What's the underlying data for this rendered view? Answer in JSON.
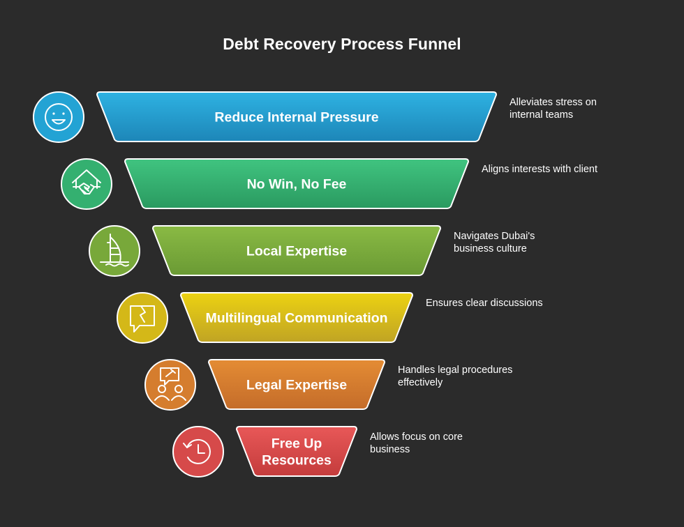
{
  "title": "Debt Recovery Process Funnel",
  "stages": [
    {
      "label": "Reduce Internal Pressure",
      "note": "Alleviates stress on internal teams",
      "icon": "smiley-face-icon",
      "color": "#23a3d4",
      "color_light": "#2eb2e2",
      "color_dark": "#1d86b8"
    },
    {
      "label": "No Win, No Fee",
      "note": "Aligns interests with client",
      "icon": "house-handshake-icon",
      "color": "#34b070",
      "color_light": "#40c480",
      "color_dark": "#2a9a60"
    },
    {
      "label": "Local Expertise",
      "note": "Navigates Dubai's business culture",
      "icon": "burj-al-arab-icon",
      "color": "#78a83a",
      "color_light": "#8aba44",
      "color_dark": "#6a9a34"
    },
    {
      "label": "Multilingual Communication",
      "note": "Ensures clear discussions",
      "icon": "speech-bubble-icon",
      "color": "#d4b818",
      "color_light": "#ecd212",
      "color_dark": "#c0a424"
    },
    {
      "label": "Legal Expertise",
      "note": "Handles legal procedures effectively",
      "icon": "legal-consultation-icon",
      "color": "#d57d2e",
      "color_light": "#e48c34",
      "color_dark": "#c46c2a"
    },
    {
      "label": "Free Up Resources",
      "label_lines": [
        "Free Up",
        "Resources"
      ],
      "note": "Allows focus on core business",
      "icon": "clock-rewind-icon",
      "color": "#d64a4a",
      "color_light": "#e85858",
      "color_dark": "#c43c3c"
    }
  ]
}
